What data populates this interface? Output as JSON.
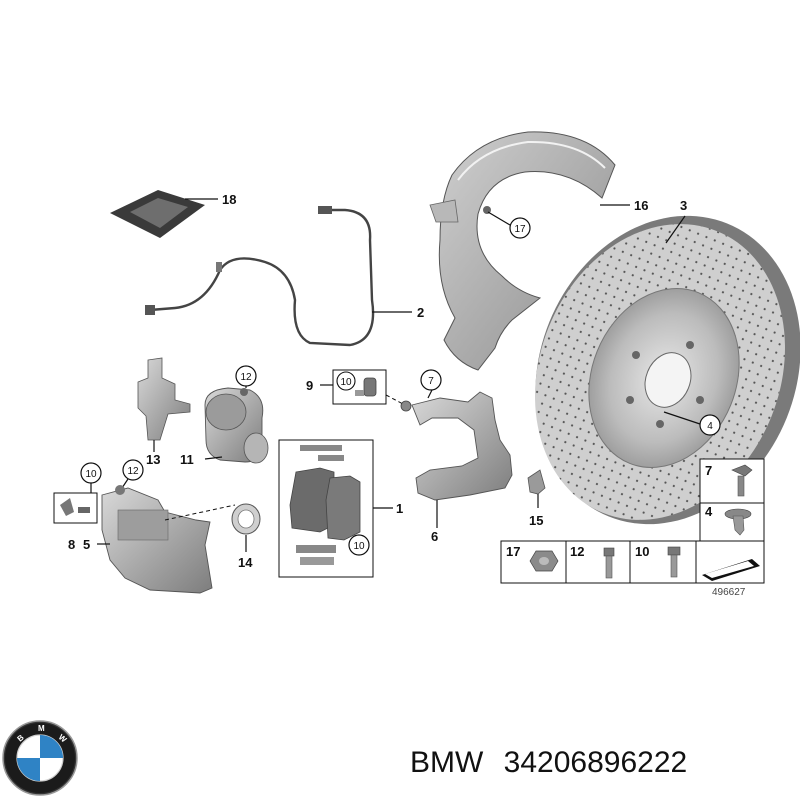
{
  "diagram": {
    "callouts": [
      {
        "id": "c18",
        "text": "18"
      },
      {
        "id": "c16",
        "text": "16"
      },
      {
        "id": "c3",
        "text": "3"
      },
      {
        "id": "c17a",
        "text": "17"
      },
      {
        "id": "c2",
        "text": "2"
      },
      {
        "id": "c12a",
        "text": "12"
      },
      {
        "id": "c9",
        "text": "9"
      },
      {
        "id": "c10a",
        "text": "10"
      },
      {
        "id": "c7a",
        "text": "7"
      },
      {
        "id": "c4a",
        "text": "4"
      },
      {
        "id": "c13",
        "text": "13"
      },
      {
        "id": "c11",
        "text": "11"
      },
      {
        "id": "c10b",
        "text": "10"
      },
      {
        "id": "c12b",
        "text": "12"
      },
      {
        "id": "c1",
        "text": "1"
      },
      {
        "id": "c6",
        "text": "6"
      },
      {
        "id": "c15",
        "text": "15"
      },
      {
        "id": "c8",
        "text": "8"
      },
      {
        "id": "c5",
        "text": "5"
      },
      {
        "id": "c14",
        "text": "14"
      },
      {
        "id": "c10c",
        "text": "10"
      }
    ],
    "legend": [
      {
        "id": "l7",
        "text": "7"
      },
      {
        "id": "l4",
        "text": "4"
      },
      {
        "id": "l17",
        "text": "17"
      },
      {
        "id": "l12",
        "text": "12"
      },
      {
        "id": "l10",
        "text": "10"
      }
    ],
    "figure_number": "496627"
  },
  "brand": {
    "logo_letters": "BMW",
    "caption_brand": "BMW",
    "caption_part": "34206896222"
  },
  "colors": {
    "part_fill": "#8d8d8d",
    "part_light": "#c8c8c8",
    "part_dark": "#5a5a5a",
    "bmw_blue": "#2f83c5",
    "bmw_black": "#111111"
  }
}
